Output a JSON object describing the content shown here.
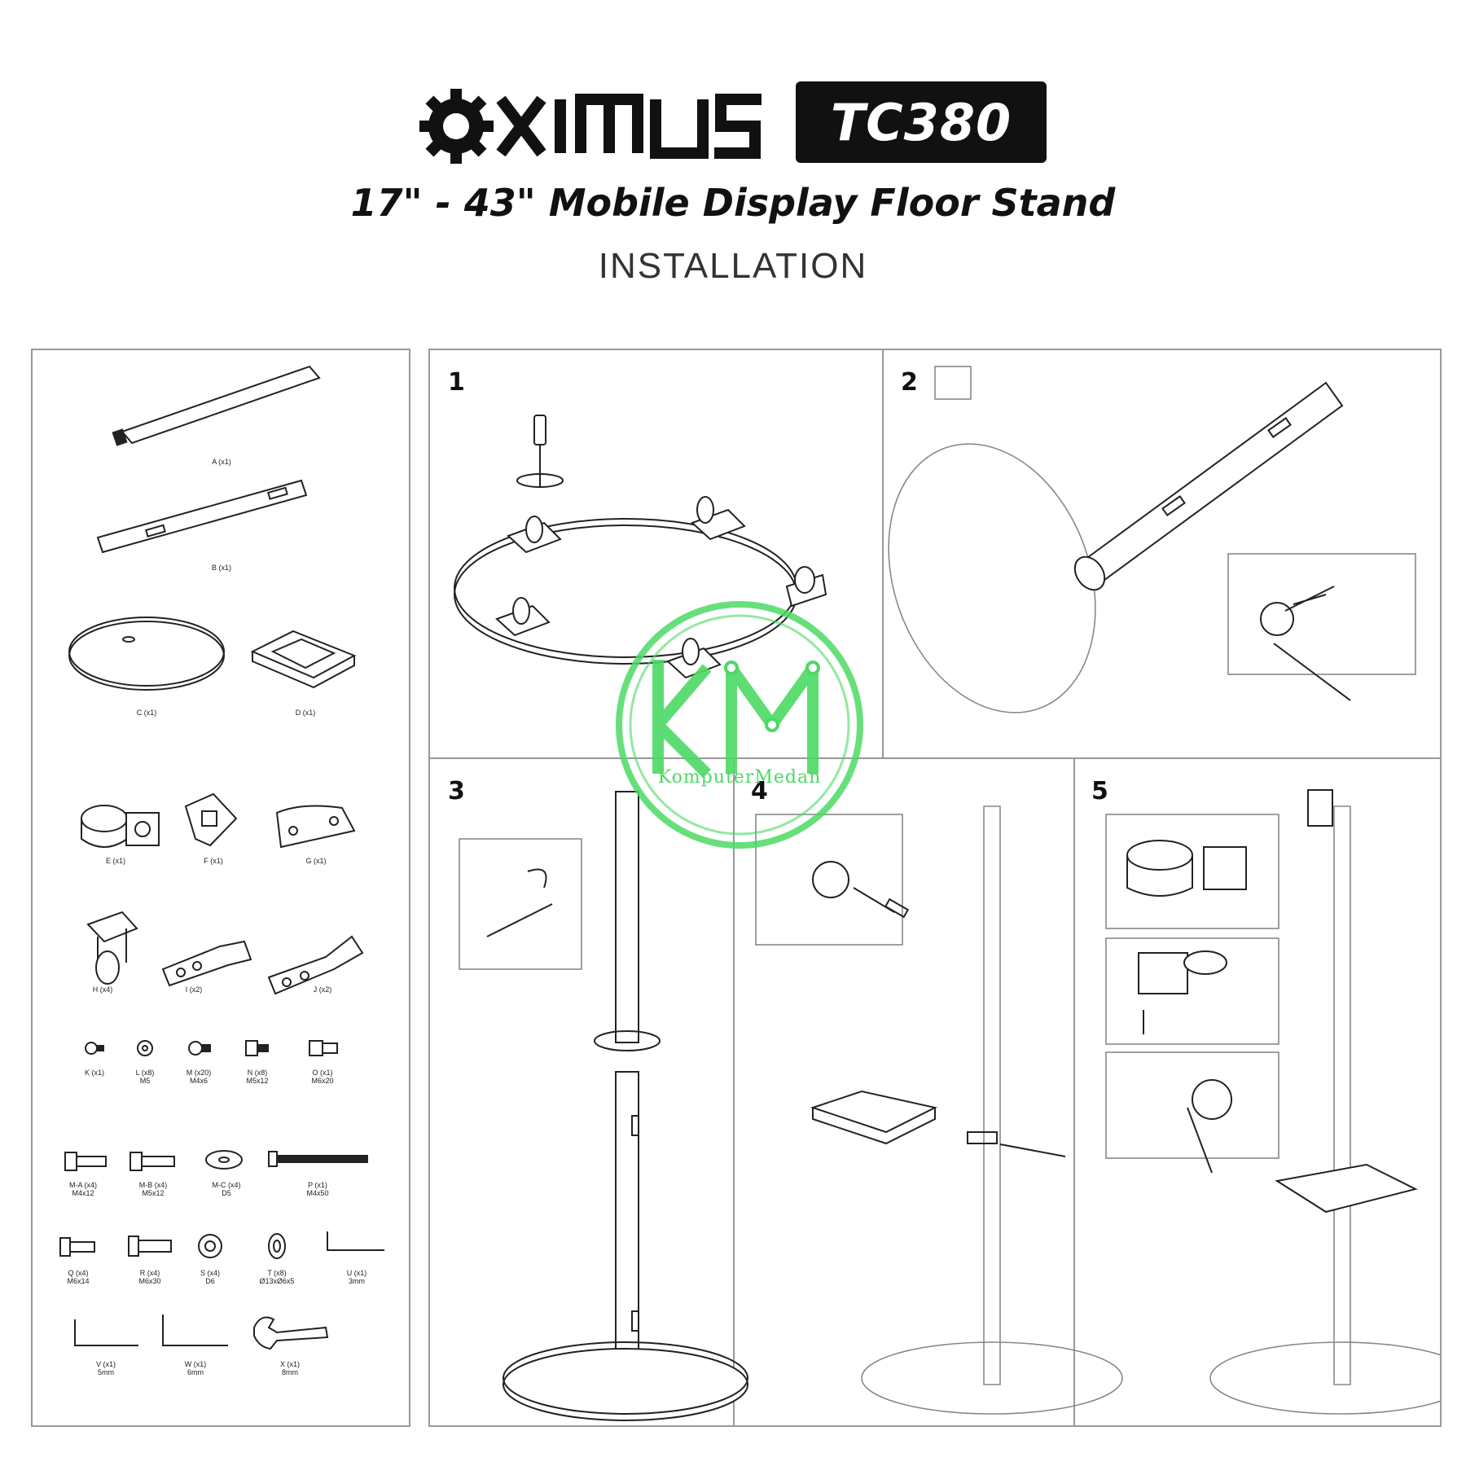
{
  "header": {
    "brand": "OXIMUS",
    "model": "TC380",
    "subtitle": "17\" - 43\" Mobile Display Floor Stand",
    "title": "INSTALLATION"
  },
  "steps": [
    "1",
    "2",
    "3",
    "4",
    "5"
  ],
  "parts": [
    {
      "id": "A",
      "qty": "A (x1)",
      "spec": ""
    },
    {
      "id": "B",
      "qty": "B (x1)",
      "spec": ""
    },
    {
      "id": "C",
      "qty": "C (x1)",
      "spec": ""
    },
    {
      "id": "D",
      "qty": "D (x1)",
      "spec": ""
    },
    {
      "id": "E",
      "qty": "E (x1)",
      "spec": ""
    },
    {
      "id": "F",
      "qty": "F (x1)",
      "spec": ""
    },
    {
      "id": "G",
      "qty": "G (x1)",
      "spec": ""
    },
    {
      "id": "H",
      "qty": "H (x4)",
      "spec": ""
    },
    {
      "id": "I",
      "qty": "I (x2)",
      "spec": ""
    },
    {
      "id": "J",
      "qty": "J (x2)",
      "spec": ""
    },
    {
      "id": "K",
      "qty": "K (x1)",
      "spec": ""
    },
    {
      "id": "L",
      "qty": "L (x8)",
      "spec": "M5"
    },
    {
      "id": "M",
      "qty": "M (x20)",
      "spec": "M4x6"
    },
    {
      "id": "N",
      "qty": "N (x8)",
      "spec": "M5x12"
    },
    {
      "id": "O",
      "qty": "O (x1)",
      "spec": "M6x20"
    },
    {
      "id": "M-A",
      "qty": "M-A (x4)",
      "spec": "M4x12"
    },
    {
      "id": "M-B",
      "qty": "M-B (x4)",
      "spec": "M5x12"
    },
    {
      "id": "M-C",
      "qty": "M-C (x4)",
      "spec": "D5"
    },
    {
      "id": "P",
      "qty": "P (x1)",
      "spec": "M4x50"
    },
    {
      "id": "Q",
      "qty": "Q (x4)",
      "spec": "M6x14"
    },
    {
      "id": "R",
      "qty": "R (x4)",
      "spec": "M6x30"
    },
    {
      "id": "S",
      "qty": "S (x4)",
      "spec": "D6"
    },
    {
      "id": "T",
      "qty": "T (x8)",
      "spec": "Ø13xØ6x5"
    },
    {
      "id": "U",
      "qty": "U (x1)",
      "spec": "3mm"
    },
    {
      "id": "V",
      "qty": "V (x1)",
      "spec": "5mm"
    },
    {
      "id": "W",
      "qty": "W (x1)",
      "spec": "6mm"
    },
    {
      "id": "X",
      "qty": "X (x1)",
      "spec": "8mm"
    }
  ],
  "watermark": {
    "initials": "KM",
    "text": "KomputerMedan",
    "color": "#4cd964"
  },
  "colors": {
    "ink": "#222222",
    "frame": "#999999",
    "badge": "#111111"
  }
}
